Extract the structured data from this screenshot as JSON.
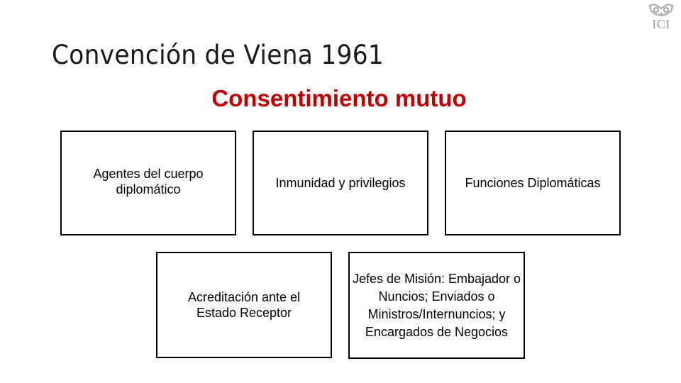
{
  "header": {
    "title": "Convención de Viena 1961",
    "logo_text": "ICI"
  },
  "diagram": {
    "subtitle": "Consentimiento mutuo",
    "subtitle_color": "#c00000",
    "boxes": [
      {
        "label": "Agentes del cuerpo diplomático"
      },
      {
        "label": "Inmunidad y privilegios"
      },
      {
        "label": "Funciones Diplomáticas"
      },
      {
        "label": "Acreditación ante el Estado Receptor"
      },
      {
        "label": "Jefes de Misión: Embajador o Nuncios; Enviados o Ministros/Internuncios; y Encargados de Negocios"
      }
    ]
  }
}
